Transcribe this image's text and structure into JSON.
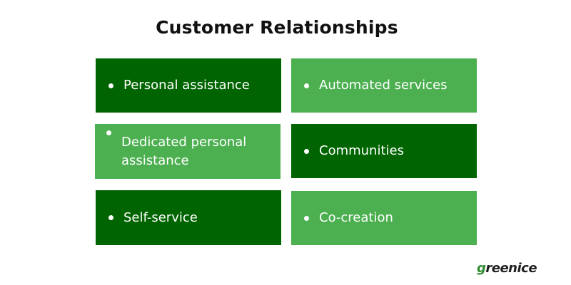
{
  "title": "Customer Relationships",
  "boxes": [
    {
      "label": "Personal assistance",
      "style": "dark"
    },
    {
      "label": "Automated services",
      "style": "light"
    },
    {
      "label": "Dedicated personal assistance",
      "style": "light"
    },
    {
      "label": "Communities",
      "style": "dark"
    },
    {
      "label": "Self-service",
      "style": "dark"
    },
    {
      "label": "Co-creation",
      "style": "light"
    }
  ],
  "logo": {
    "first_letter": "g",
    "rest": "reenice"
  },
  "colors": {
    "dark_green": "#006400",
    "light_green": "#4caf50",
    "title": "#111111",
    "text": "#ffffff"
  }
}
